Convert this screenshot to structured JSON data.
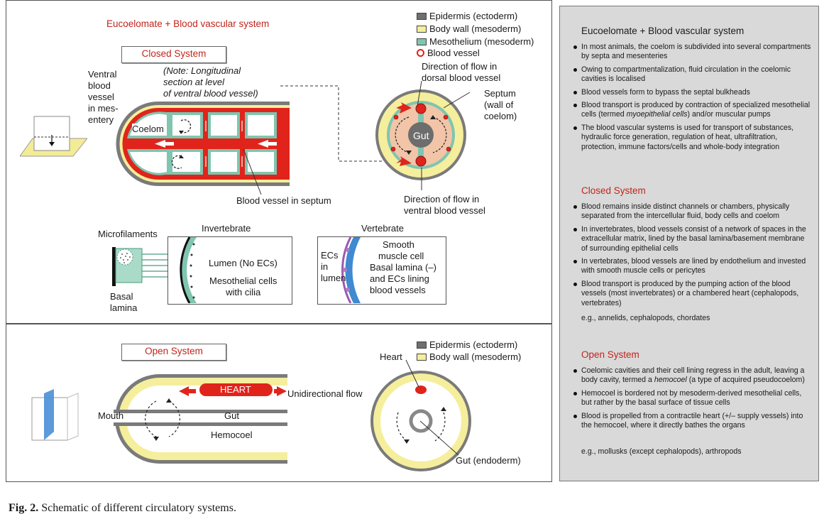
{
  "closed_panel": {
    "title": "Eucoelomate + Blood vascular system",
    "system_label": "Closed System",
    "note": [
      "(Note: Longitudinal",
      "section at level",
      "of ventral blood vessel)"
    ],
    "ventral_label": [
      "Ventral",
      "blood",
      "vessel",
      "in mes-",
      "entery"
    ],
    "coelom_label": "Coelom",
    "septum_vessel_label": "Blood vessel in septum",
    "legend": [
      {
        "label": "Epidermis (ectoderm)",
        "color": "#6f6f6f"
      },
      {
        "label": "Body wall (mesoderm)",
        "color": "#f5ee9c"
      },
      {
        "label": "Mesothelium (mesoderm)",
        "color": "#7fc5b0"
      },
      {
        "label": "Blood vessel",
        "color": "#e0241b"
      }
    ],
    "dorsal_flow_label": [
      "Direction of flow in",
      "dorsal blood vessel"
    ],
    "septum_label": [
      "Septum",
      "(wall of",
      "coelom)"
    ],
    "gut_label": "Gut",
    "ventral_flow_label": [
      "Direction of flow in",
      "ventral blood vessel"
    ],
    "invertebrate": {
      "title": "Invertebrate",
      "microfilaments": "Microfilaments",
      "basal_lamina": [
        "Basal",
        "lamina"
      ],
      "lumen": "Lumen (No ECs)",
      "mesothelial": [
        "Mesothelial cells",
        "with cilia"
      ]
    },
    "vertebrate": {
      "title": "Vertebrate",
      "ecs": [
        "ECs",
        "in",
        "lumen"
      ],
      "desc": [
        "Smooth",
        "muscle cell",
        "Basal lamina (–)",
        "and ECs lining",
        "blood vessels"
      ]
    }
  },
  "open_panel": {
    "system_label": "Open System",
    "legend": [
      {
        "label": "Epidermis (ectoderm)",
        "color": "#6f6f6f"
      },
      {
        "label": "Body wall (mesoderm)",
        "color": "#f5ee9c"
      }
    ],
    "heart_tube": "HEART",
    "unidirectional": "Unidirectional flow",
    "mouth": "Mouth",
    "gut": "Gut",
    "hemocoel": "Hemocoel",
    "heart": "Heart",
    "gut_endoderm": "Gut (endoderm)"
  },
  "sidebar": {
    "title": "Eucoelomate + Blood vascular system",
    "bullets1": [
      "In most animals, the coelom is subdivided into several compartments by septa and mesenteries",
      "Owing to compartmentalization, fluid circulation in the coelomic cavities is localised",
      "Blood vessels form to bypass the septal bulkheads",
      "Blood transport is produced by contraction of specialized mesothelial cells (termed myoepithelial cells) and/or muscular pumps",
      "The blood vascular systems is used for transport of substances, hydraulic force generation, regulation of heat, ultrafiltration, protection, immune factors/cells and whole-body integration"
    ],
    "closed_title": "Closed System",
    "bullets2": [
      "Blood remains inside distinct channels or chambers, physically separated from the intercellular fluid, body cells and coelom",
      "In invertebrates, blood vessels consist of a network of spaces in the extracellular matrix, lined by the basal lamina/basement membrane of surrounding epithelial cells",
      "In vertebrates, blood vessels are lined by endothelium and invested with smooth muscle cells or pericytes",
      "Blood transport is produced by the pumping action of the blood vessels (most invertebrates) or a chambered heart (cephalopods, vertebrates)"
    ],
    "closed_eg": "e.g., annelids, cephalopods, chordates",
    "open_title": "Open System",
    "bullets3": [
      "Coelomic cavities and their cell lining regress in the adult, leaving a body cavity, termed a hemocoel (a type of acquired pseudocoelom)",
      "Hemocoel is bordered not by mesoderm-derived mesothelial cells, but rather by the basal surface of tissue cells",
      "Blood is propelled from a contractile heart (+/– supply vessels) into the hemocoel, where it directly bathes the organs"
    ],
    "open_eg": "e.g., mollusks (except cephalopods), arthropods"
  },
  "caption": {
    "label": "Fig. 2.",
    "text": "Schematic of different circulatory systems."
  }
}
